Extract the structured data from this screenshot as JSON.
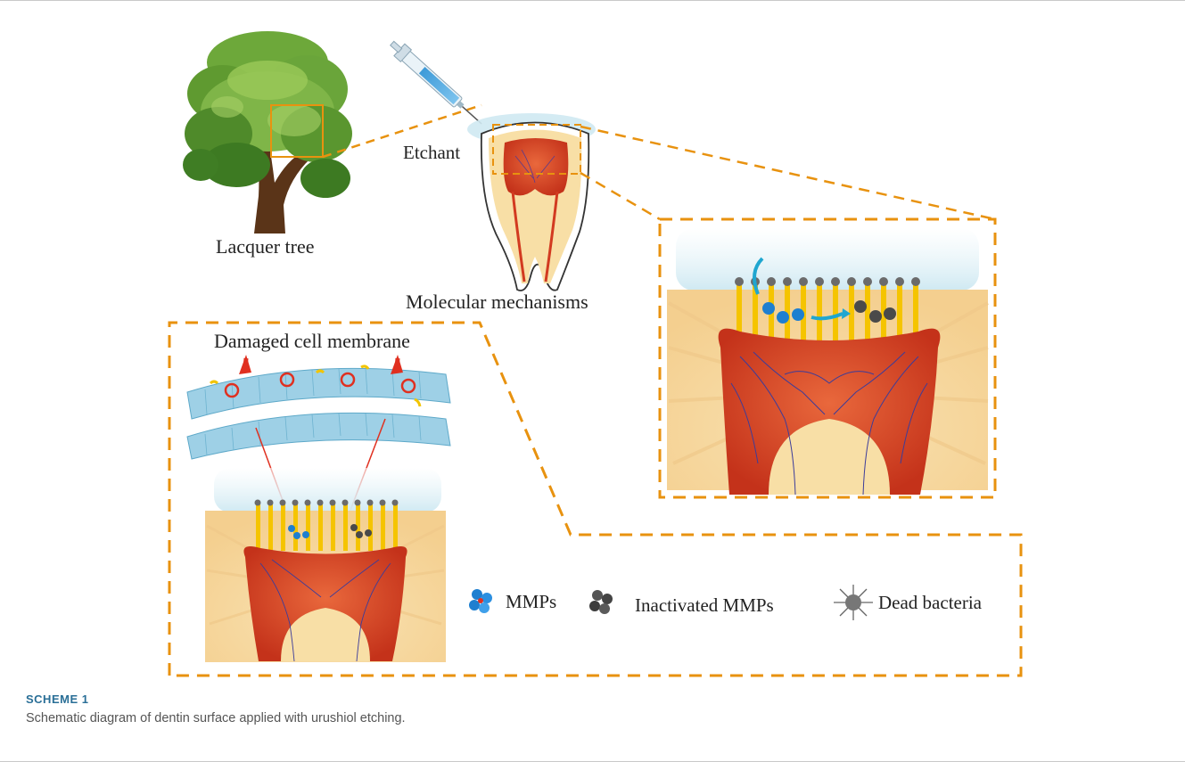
{
  "figure": {
    "labels": {
      "lacquer_tree": "Lacquer tree",
      "etchant": "Etchant",
      "molecular_mechanisms": "Molecular mechanisms",
      "damaged_membrane": "Damaged cell membrane"
    },
    "legend": {
      "mmps": "MMPs",
      "inactivated_mmps": "Inactivated MMPs",
      "dead_bacteria": "Dead bacteria"
    },
    "colors": {
      "dashed_frame": "#e8920f",
      "pulp": "#d4411c",
      "dentin": "#f7dea9",
      "tubules": "#f5c400",
      "etchant": "#cfe9f2",
      "membrane": "#9ed0e6",
      "mmp": "#1e7fd0",
      "inactivated_mmp": "#4a4a4a"
    }
  },
  "caption": {
    "label": "SCHEME 1",
    "text": "Schematic diagram of dentin surface applied with urushiol etching."
  }
}
